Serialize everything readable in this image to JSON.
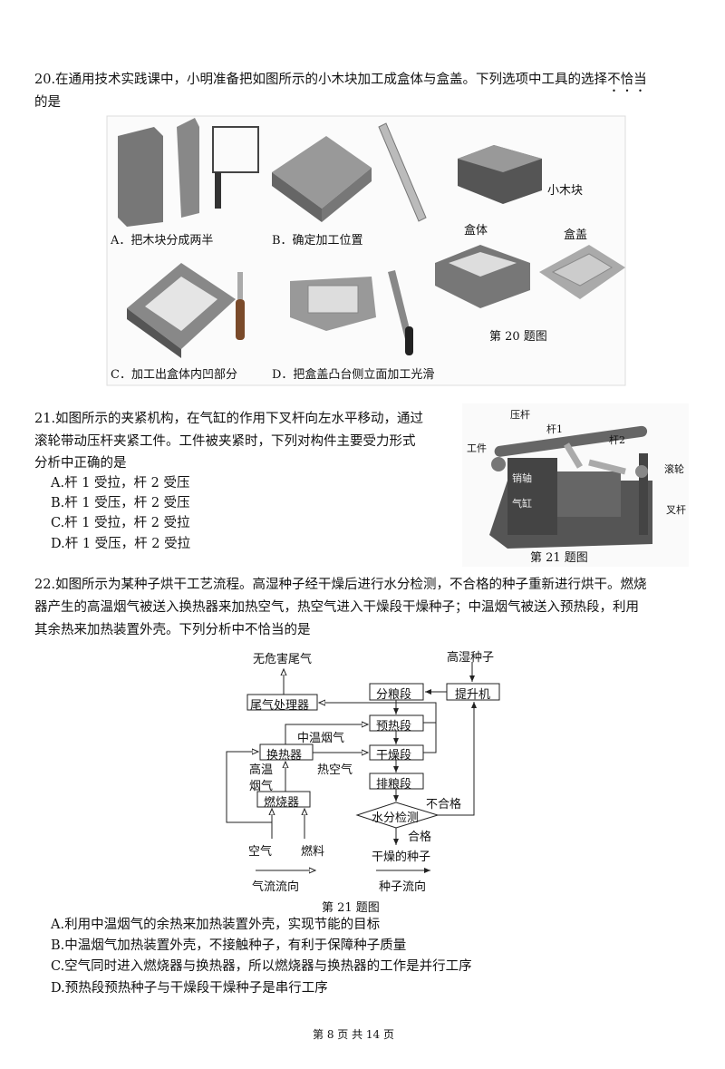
{
  "q20": {
    "line1": "20.在通用技术实践课中，小明准备把如图所示的小木块加工成盒体与盒盖。下列选项中工具的选择",
    "emph": [
      "不",
      "恰",
      "当"
    ],
    "line2": "的是",
    "labels": {
      "a": "A．把木块分成两半",
      "b": "B．确定加工位置",
      "c": "C．加工出盒体内凹部分",
      "d": "D．把盒盖凸台侧立面加工光滑",
      "block": "小木块",
      "body": "盒体",
      "lid": "盒盖",
      "caption": "第 20 题图"
    }
  },
  "q21": {
    "lines": [
      "21.如图所示的夹紧机构，在气缸的作用下叉杆向左水平移动，通过",
      "滚轮带动压杆夹紧工件。工件被夹紧时，下列对构件主要受力形式",
      "分析中正确的是"
    ],
    "options": [
      "A.杆 1 受拉，杆 2 受压",
      "B.杆 1 受压，杆 2 受压",
      "C.杆 1 受拉，杆 2 受拉",
      "D.杆 1 受压，杆 2 受拉"
    ],
    "labels": {
      "press_rod": "压杆",
      "rod1": "杆1",
      "rod2": "杆2",
      "workpiece": "工件",
      "roller": "滚轮",
      "pin": "销轴",
      "cylinder": "气缸",
      "fork": "叉杆",
      "caption": "第 21 题图"
    }
  },
  "q22": {
    "lines": [
      "22.如图所示为某种子烘干工艺流程。高湿种子经干燥后进行水分检测，不合格的种子重新进行烘干。燃烧",
      "器产生的高温烟气被送入换热器来加热空气，热空气进入干燥段干燥种子；中温烟气被送入预热段，利用",
      "其余热来加热装置外壳。下列分析中不恰当的是"
    ],
    "diagram": {
      "harmless": "无危害尾气",
      "wet_seed": "高湿种子",
      "split": "分粮段",
      "lift": "提升机",
      "exhaust": "尾气处理器",
      "preheat": "预热段",
      "mid_gas": "中温烟气",
      "exchanger": "换热器",
      "dry": "干燥段",
      "high1": "高温",
      "high2": "烟气",
      "hot_air": "热空气",
      "discharge": "排粮段",
      "burner": "燃烧器",
      "check": "水分检测",
      "fail": "不合格",
      "pass": "合格",
      "dry_seed": "干燥的种子",
      "air": "空气",
      "fuel": "燃料",
      "gas_flow": "气流流向",
      "seed_flow": "种子流向",
      "caption": "第 21 题图"
    },
    "options": [
      "A.利用中温烟气的余热来加热装置外壳，实现节能的目标",
      "B.中温烟气加热装置外壳，不接触种子，有利于保障种子质量",
      "C.空气同时进入燃烧器与换热器，所以燃烧器与换热器的工作是并行工序",
      "D.预热段预热种子与干燥段干燥种子是串行工序"
    ]
  },
  "footer": "第 8 页 共 14 页"
}
